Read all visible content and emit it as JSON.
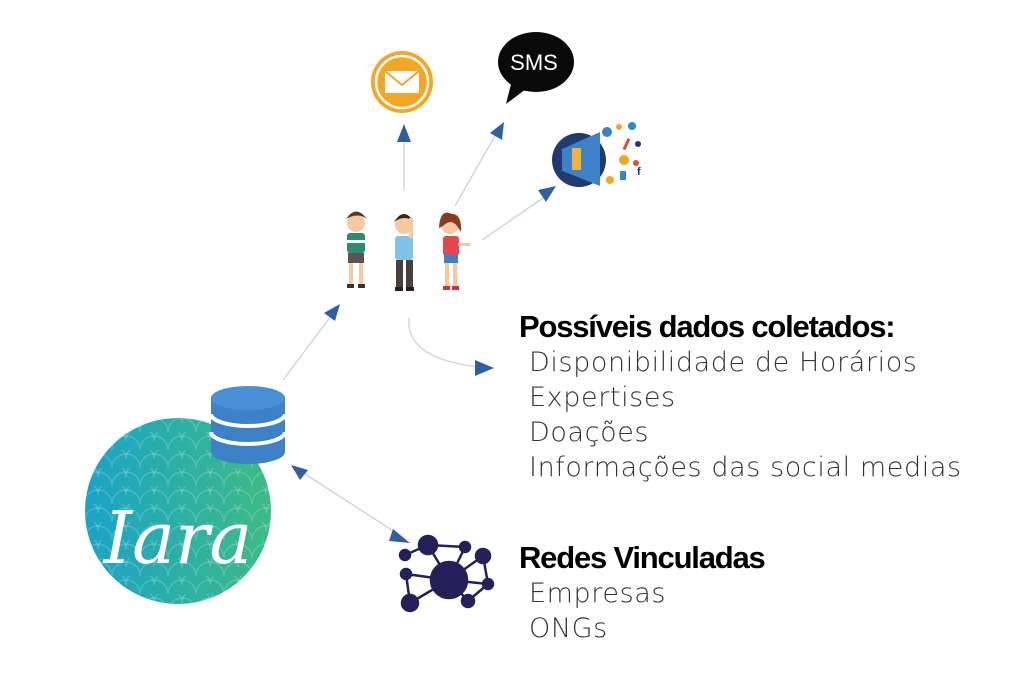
{
  "brand": {
    "logo_text": "Iara",
    "primary_color": "#1fa5c2",
    "secondary_color": "#3cb88a"
  },
  "channels": {
    "email": {
      "icon": "envelope-icon",
      "color": "#f5a623"
    },
    "sms": {
      "label": "SMS",
      "icon": "speech-bubble-icon"
    },
    "social": {
      "icon": "megaphone-social-icon"
    }
  },
  "people": {
    "icon": "volunteers-group-icon",
    "count": 3
  },
  "database": {
    "icon": "database-icon",
    "color": "#3d82c8"
  },
  "network": {
    "icon": "network-graph-icon",
    "color": "#24215a"
  },
  "collected_data": {
    "title": "Possíveis dados coletados:",
    "items": [
      "Disponibilidade de Horários",
      "Expertises",
      "Doações",
      "Informações das social medias"
    ]
  },
  "linked_networks": {
    "title": "Redes Vinculadas",
    "items": [
      "Empresas",
      "ONGs"
    ]
  },
  "arrow_color": "#2f5fa3"
}
